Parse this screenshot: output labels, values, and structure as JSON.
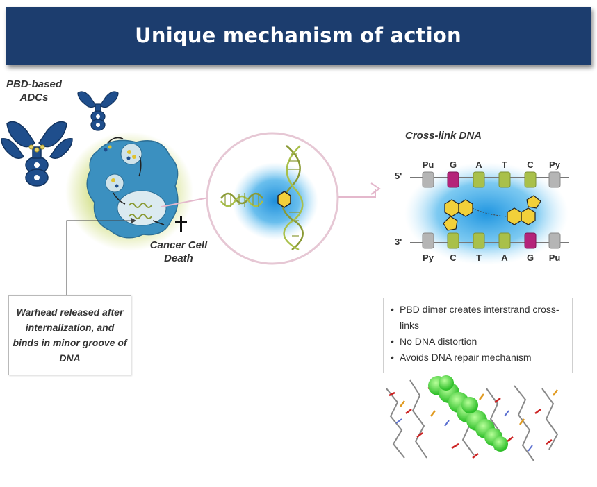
{
  "title": "Unique mechanism of action",
  "labels": {
    "adc": "PBD-based ADCs",
    "cancer": "Cancer Cell Death",
    "crosslink_title": "Cross-link DNA",
    "warhead": "Warhead released after internalization, and binds in minor groove of DNA",
    "dagger": "†"
  },
  "dna_sequence": {
    "five_prime": "5'",
    "three_prime": "3'",
    "top": [
      "Pu",
      "G",
      "A",
      "T",
      "C",
      "Py"
    ],
    "bottom": [
      "Py",
      "C",
      "T",
      "A",
      "G",
      "Pu"
    ]
  },
  "bullets": [
    "PBD dimer creates interstrand cross-links",
    "No DNA distortion",
    "Avoids DNA repair mechanism"
  ],
  "colors": {
    "banner": "#1c3d6e",
    "antibody": "#1f4e8c",
    "cell": "#3b90c0",
    "cell_glow": "#c8d86a",
    "dna_glow": "#2a9ee0",
    "pbd_molecule": "#f2d03a",
    "base_gray": "#b5b5b5",
    "base_green": "#a9c04a",
    "base_magenta": "#b4237a",
    "helix_green": "#4fd04a"
  }
}
